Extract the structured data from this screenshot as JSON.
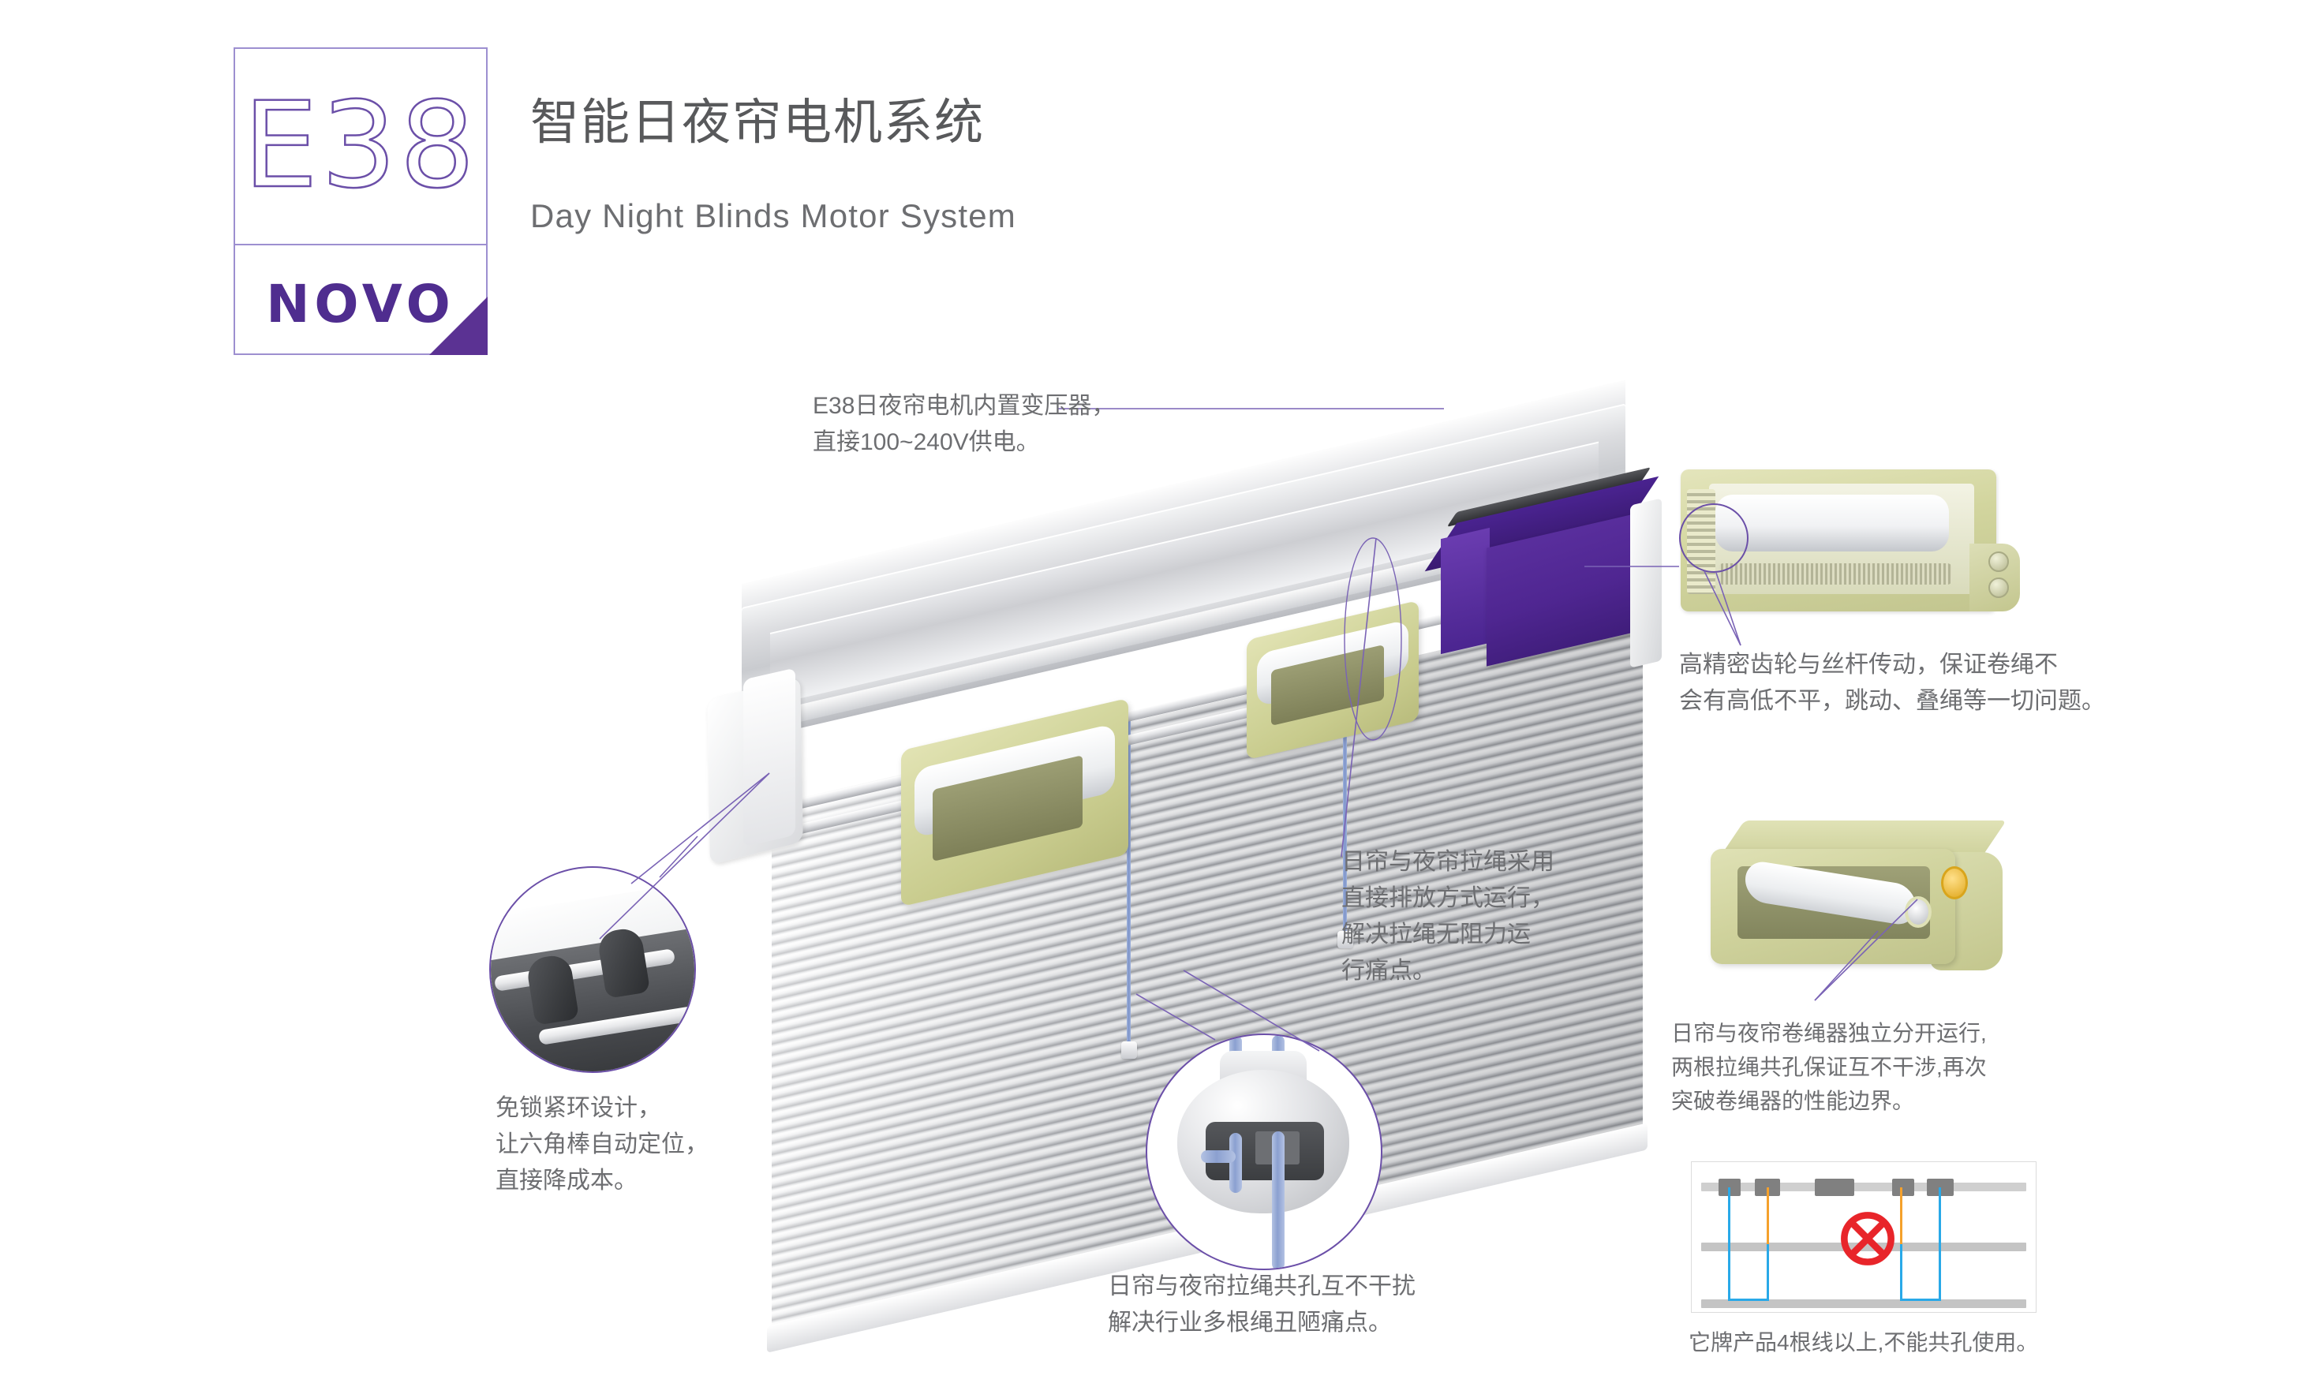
{
  "brand": {
    "model_code": "E38",
    "name": "NOVO"
  },
  "header": {
    "title_cn": "智能日夜帘电机系统",
    "title_en": "Day Night Blinds Motor System"
  },
  "callouts": {
    "transformer": "E38日夜帘电机内置变压器，\n直接100~240V供电。",
    "gearbox": "高精密齿轮与丝杆传动，保证卷绳不\n会有高低不平，跳动、叠绳等一切问题。",
    "cord_routing": "日帘与夜帘拉绳采用\n直接排放方式运行，\n解决拉绳无阻力运\n行痛点。",
    "independent_winders": "日帘与夜帘卷绳器独立分开运行,\n两根拉绳共孔保证互不干涉,再次\n突破卷绳器的性能边界。",
    "lock_free": "免锁紧环设计，\n让六角棒自动定位，\n直接降成本。",
    "shared_hole": "日帘与夜帘拉绳共孔互不干扰\n解决行业多根绳丑陋痛点。",
    "competitor_note": "它牌产品4根线以上,不能共孔使用。"
  },
  "colors": {
    "brand_purple": "#5b3293",
    "logo_outline": "#6b4fa8",
    "text_gray": "#6d6e71",
    "title_gray": "#58595b",
    "motor_purple": "#4f2691",
    "winder_khaki": "#cfd29c",
    "cord_blue": "#8ba0d0",
    "schematic_cord_blue": "#29a9e8",
    "schematic_cord_orange": "#f5a12c",
    "prohibit_red": "#e8252a",
    "schematic_rail_gray": "#cfcfcf",
    "schematic_block_gray": "#808080"
  },
  "icons": {
    "prohibition": "no-entry-icon",
    "logo_corner": "corner-triangle-icon"
  }
}
